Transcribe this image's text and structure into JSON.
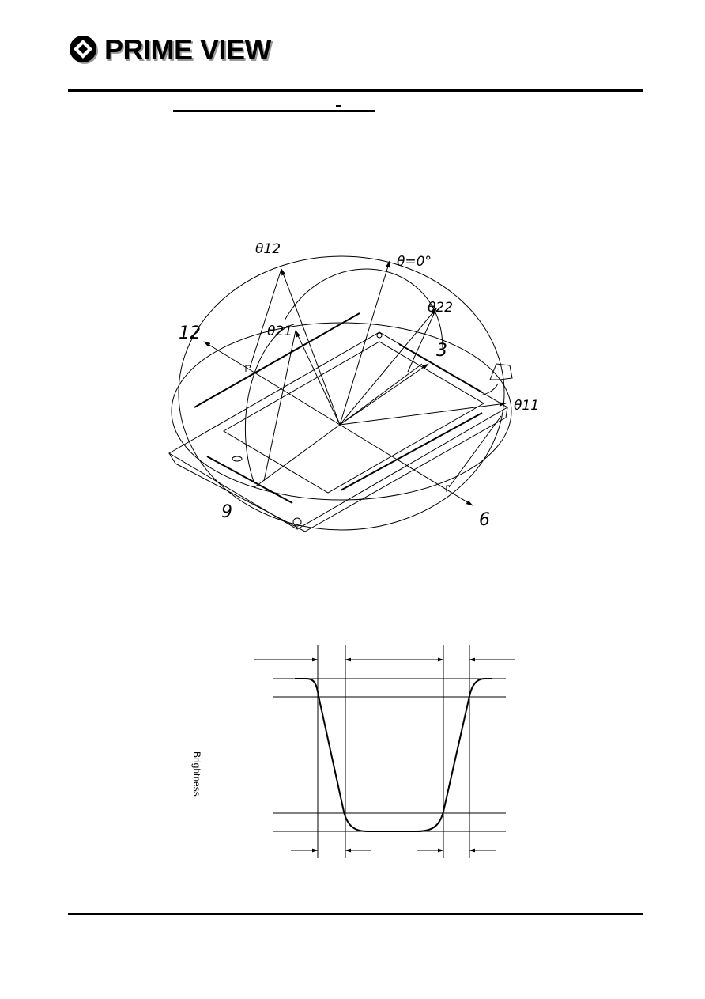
{
  "header": {
    "brand_name": "PRIME VIEW",
    "brand_icon": "diamond-logo-icon"
  },
  "viewing_angle_diagram": {
    "labels": {
      "theta12": "θ12",
      "theta0": "θ=0°",
      "theta22": "θ22",
      "theta21": "θ21",
      "theta11": "θ11",
      "dir12": "12",
      "dir3": "3",
      "dir6": "6",
      "dir9": "9"
    }
  },
  "response_chart": {
    "ylabel": "Brightness"
  }
}
